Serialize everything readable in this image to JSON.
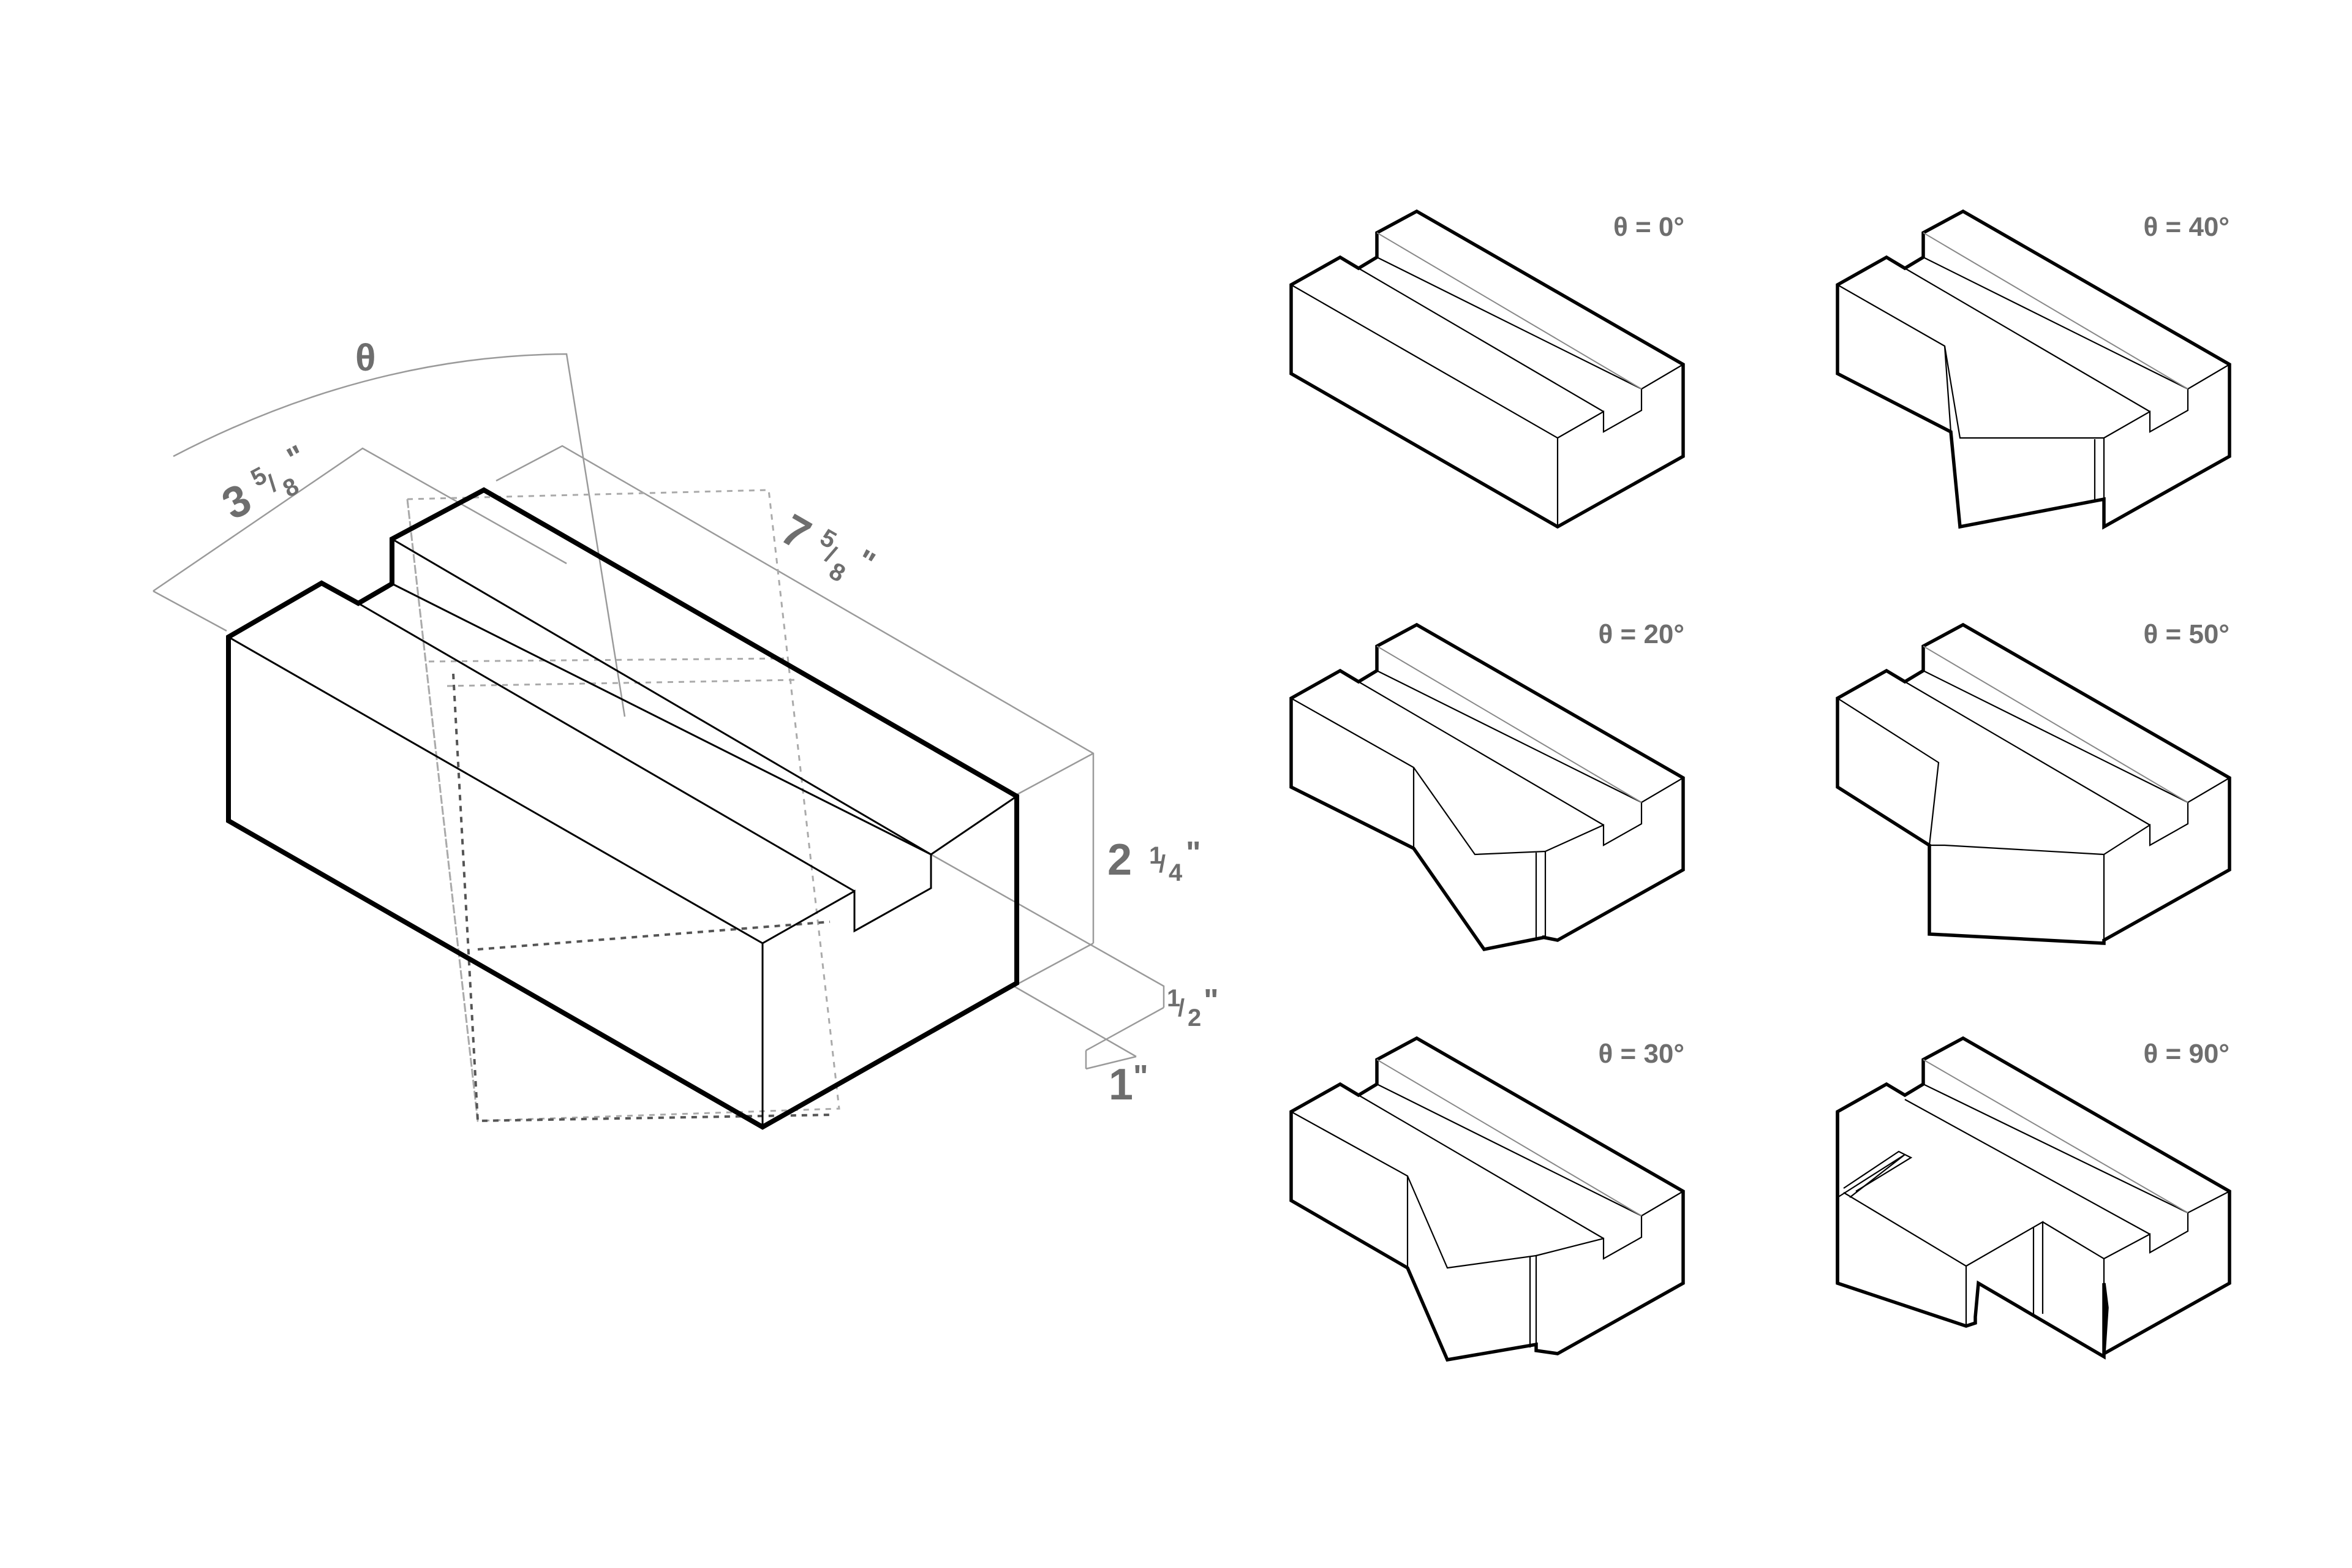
{
  "main_brick": {
    "angle_label": "θ",
    "width": {
      "whole": "3",
      "num": "5",
      "den": "8",
      "unit": "\""
    },
    "length": {
      "whole": "7",
      "num": "5",
      "den": "8",
      "unit": "\""
    },
    "height": {
      "whole": "2",
      "num": "1",
      "den": "4",
      "unit": "\""
    },
    "groove_depth": {
      "num": "1",
      "den": "2",
      "unit": "\""
    },
    "groove_width": {
      "whole": "1",
      "unit": "\""
    }
  },
  "variants": [
    {
      "caption": "θ = 0°",
      "angle": 0
    },
    {
      "caption": "θ = 40°",
      "angle": 40
    },
    {
      "caption": "θ = 20°",
      "angle": 20
    },
    {
      "caption": "θ = 50°",
      "angle": 50
    },
    {
      "caption": "θ = 30°",
      "angle": 30
    },
    {
      "caption": "θ = 90°",
      "angle": 90
    }
  ]
}
